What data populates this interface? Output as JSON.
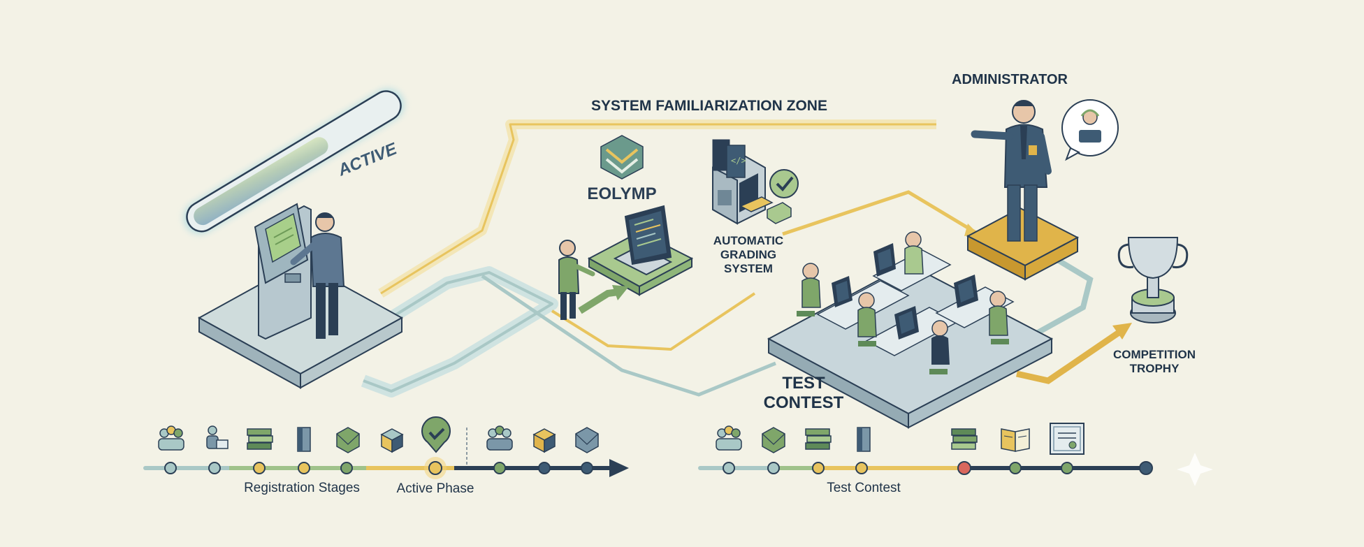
{
  "labels": {
    "active_badge": "ACTIVE",
    "zone": "SYSTEM FAMILIARIZATION ZONE",
    "brand": "EOLYMP",
    "grading": [
      "AUTOMATIC",
      "GRADING",
      "SYSTEM"
    ],
    "admin": "ADMINISTRATOR",
    "test_contest": [
      "TEST",
      "CONTEST"
    ],
    "trophy": [
      "COMPETITION",
      "TROPHY"
    ]
  },
  "timeline_left": {
    "labels": [
      "Registration Stages",
      "Active Phase"
    ],
    "icons": [
      "group-icon",
      "user-laptop-icon",
      "books-icon",
      "document-icon",
      "d20-icon",
      "cube-icon",
      "checkmark-pin-icon",
      "group-icon",
      "cube-icon",
      "d20-icon"
    ]
  },
  "timeline_right": {
    "labels": [
      "Test Contest"
    ],
    "icons": [
      "group-icon",
      "d20-icon",
      "books-icon",
      "document-icon",
      "books-icon",
      "open-book-icon",
      "certificate-icon"
    ]
  },
  "colors": {
    "background": "#f3f2e6",
    "navy": "#1f3348",
    "teal": "#a9c8c6",
    "gold": "#e8c45e",
    "green": "#7fa66a",
    "red": "#d9675d"
  }
}
